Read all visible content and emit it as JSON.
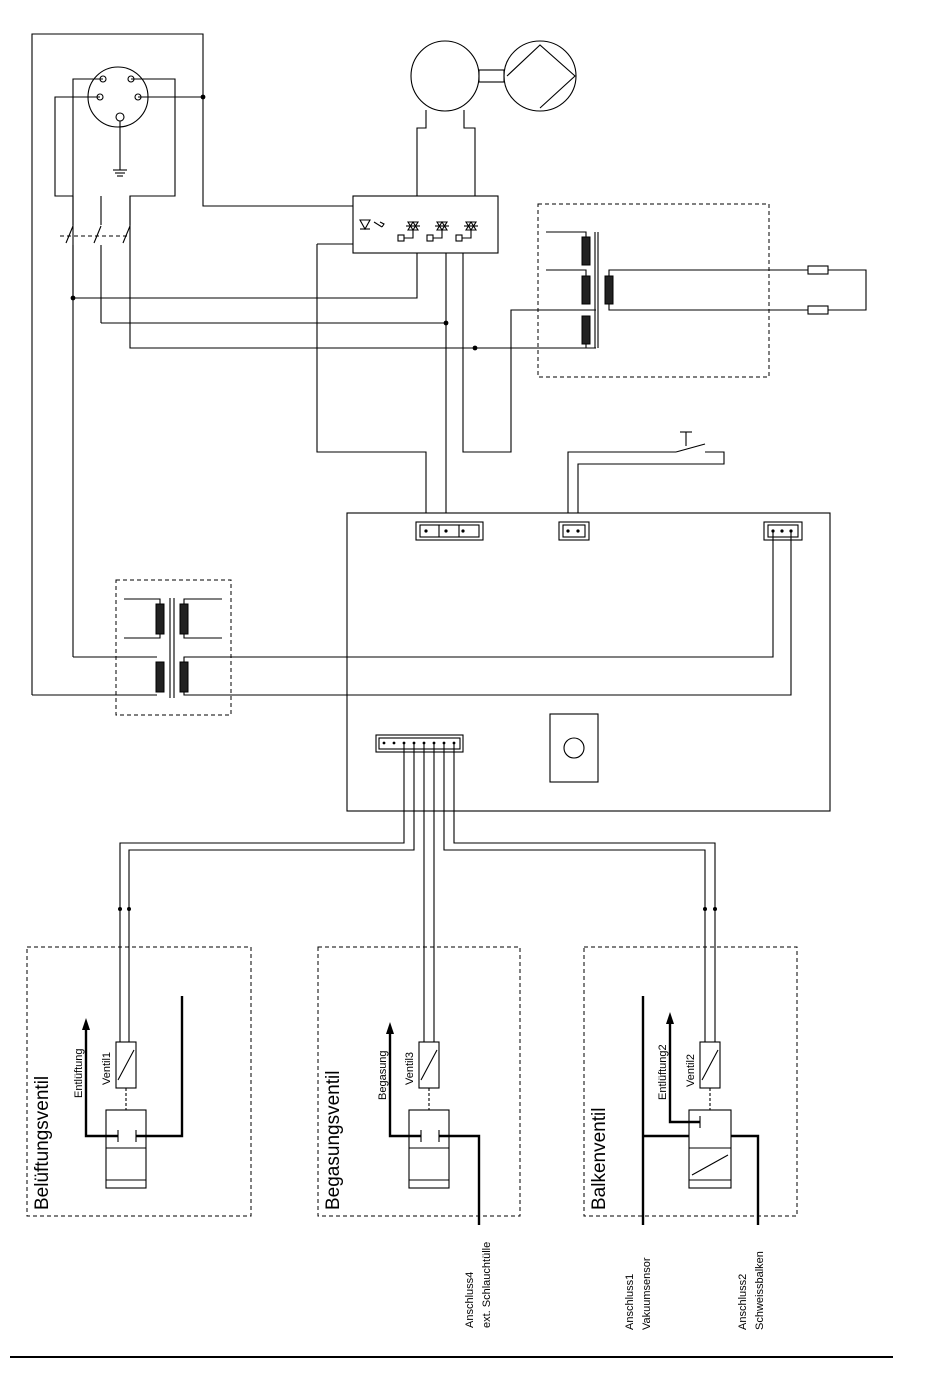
{
  "valves": [
    {
      "title": "Belüftungsventil",
      "coil": "Ventil1",
      "outlet": "Entlüftung"
    },
    {
      "title": "Begasungsventil",
      "coil": "Ventil3",
      "outlet": "Begasung"
    },
    {
      "title": "Balkenventil",
      "coil": "Ventil2",
      "outlet": "Entlüftung2"
    }
  ],
  "connections": {
    "anschluss4": {
      "line1": "Anschluss4",
      "line2": "ext. Schlauchtülle"
    },
    "anschluss1": {
      "line1": "Anschluss1",
      "line2": "Vakuumsensor"
    },
    "anschluss2": {
      "line1": "Anschluss2",
      "line2": "Schweissbalken"
    }
  }
}
